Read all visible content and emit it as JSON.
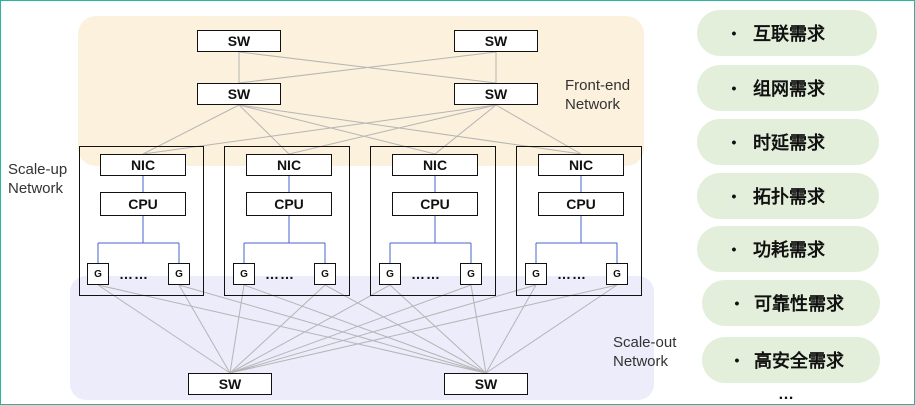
{
  "labels": {
    "front_end": [
      "Front-end",
      "Network"
    ],
    "scale_up": [
      "Scale-up",
      "Network"
    ],
    "scale_out": [
      "Scale-out",
      "Network"
    ]
  },
  "switch_label": "SW",
  "nic_label": "NIC",
  "cpu_label": "CPU",
  "gpu_label": "G",
  "ellipsis": "……",
  "requirements": [
    {
      "text": "互联需求"
    },
    {
      "text": "组网需求"
    },
    {
      "text": "时延需求"
    },
    {
      "text": "拓扑需求"
    },
    {
      "text": "功耗需求"
    },
    {
      "text": "可靠性需求"
    },
    {
      "text": "高安全需求"
    }
  ],
  "bullet": "•",
  "more": "…",
  "colors": {
    "front_band": "#fbf1dc",
    "scaleout_band": "#ececfb",
    "pill": "#e3efdb",
    "internal_link": "#4466cc",
    "network_link": "#b5b5b5",
    "frame": "#2bb3a0"
  }
}
